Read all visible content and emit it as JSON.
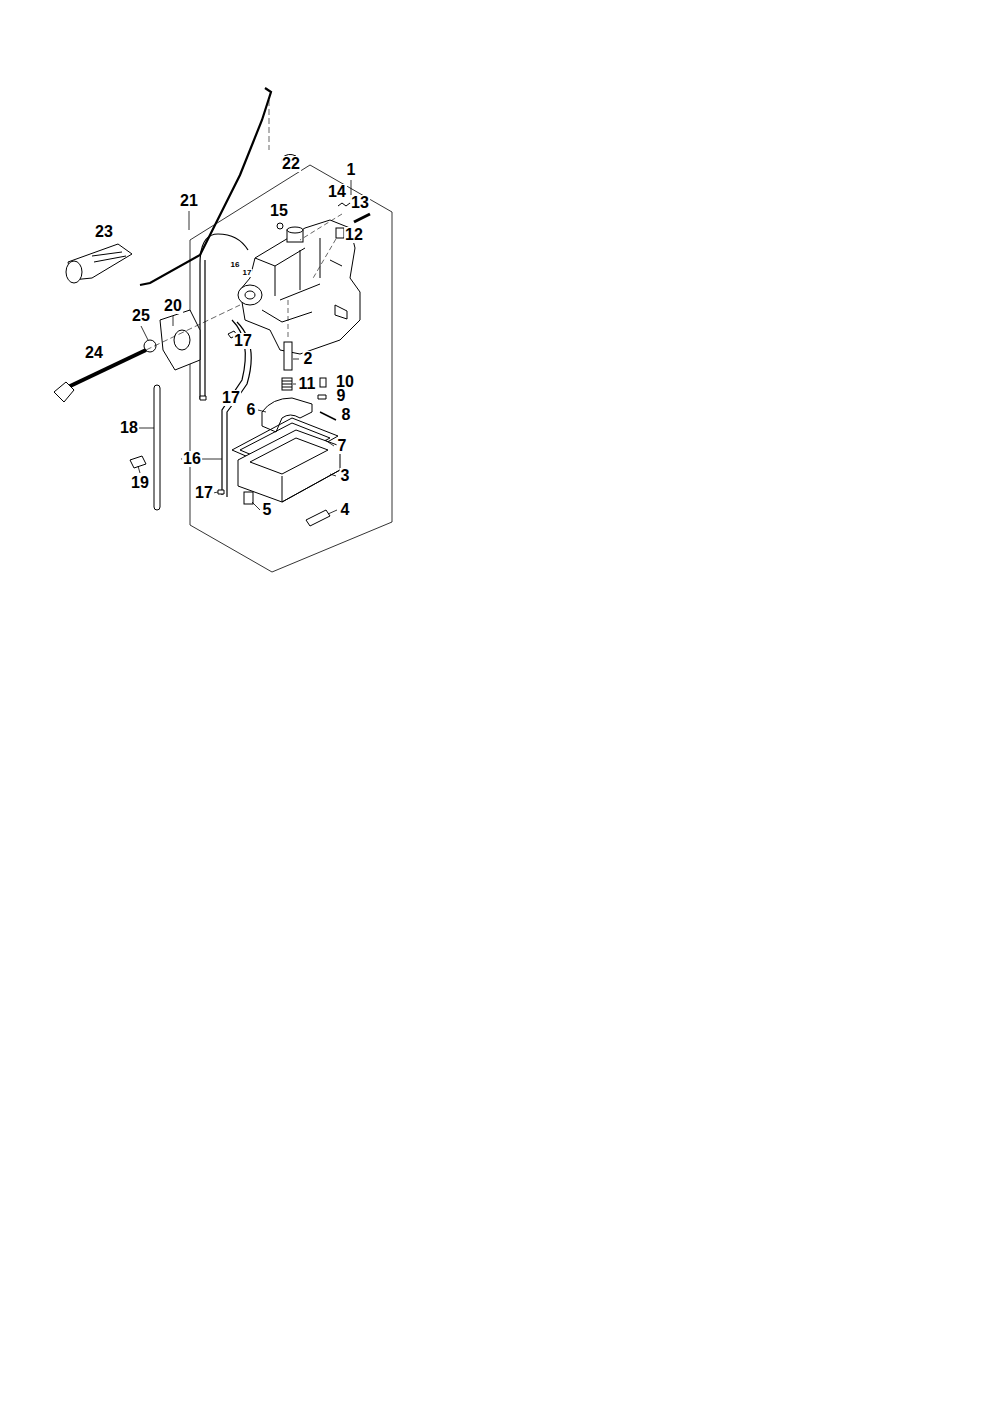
{
  "diagram": {
    "labels": [
      "1",
      "22",
      "14",
      "13",
      "21",
      "15",
      "23",
      "12",
      "16",
      "17",
      "20",
      "25",
      "17",
      "2",
      "24",
      "11",
      "10",
      "9",
      "17",
      "6",
      "8",
      "18",
      "7",
      "16",
      "3",
      "19",
      "17",
      "5",
      "4"
    ]
  }
}
